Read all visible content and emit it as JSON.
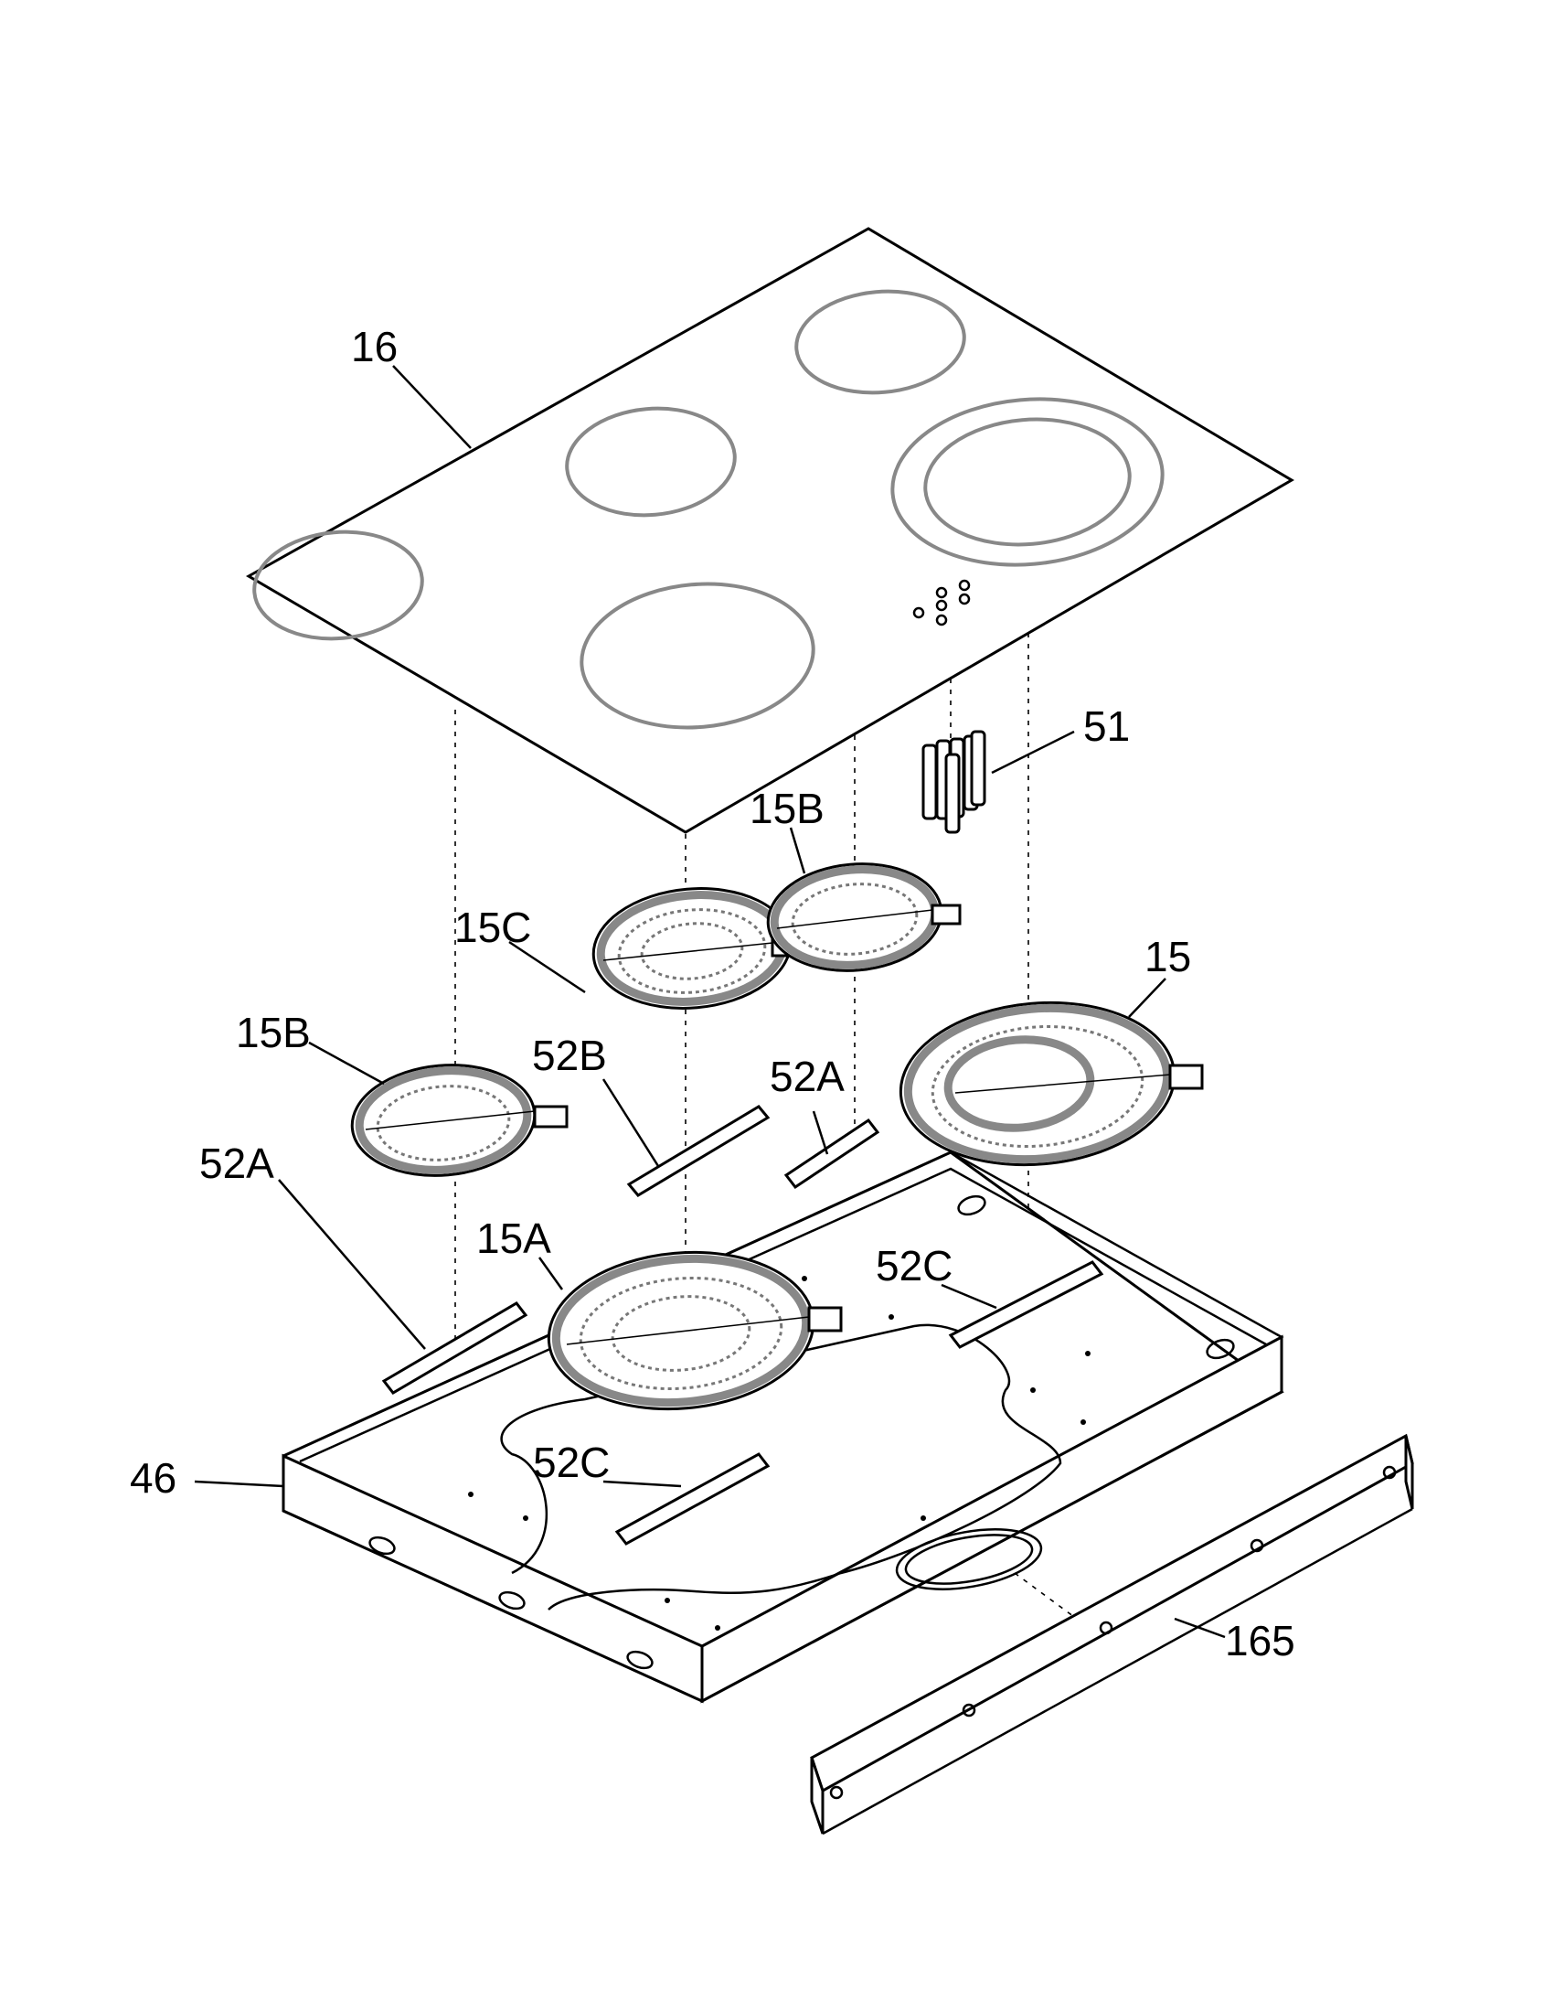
{
  "diagram": {
    "labels": {
      "glass_top": "16",
      "indicator_lamps": "51",
      "element_15b_upper": "15B",
      "element_15c": "15C",
      "element_15": "15",
      "element_15b_left": "15B",
      "strap_52b": "52B",
      "strap_52a_right": "52A",
      "strap_52a_left": "52A",
      "element_15a": "15A",
      "strap_52c_right": "52C",
      "strap_52c_center": "52C",
      "box": "46",
      "bracket": "165"
    }
  }
}
